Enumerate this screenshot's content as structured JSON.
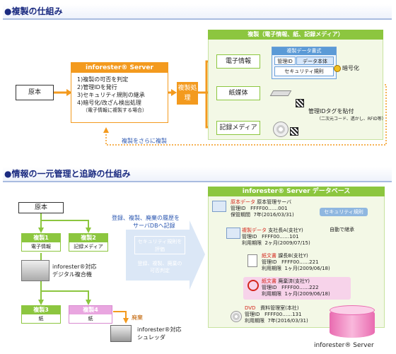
{
  "section1": {
    "title": "●複製の仕組み",
    "original": "原本",
    "server": {
      "name": "inforester® Server",
      "items": [
        "1)複製の可否を判定",
        "2)管理IDを発行",
        "3)セキュリティ規則の継承",
        "4)暗号化/改ざん検出処理"
      ],
      "note": "（電子情報に複製する場合）"
    },
    "process": "複製処理",
    "copy_box_title": "複製（電子情報、紙、記録メディア）",
    "electronic": "電子情報",
    "paper": "紙媒体",
    "media": "記録メディア",
    "format": {
      "title": "複製データ書式",
      "mgmt_id": "管理ID",
      "data_body": "データ本体",
      "security": "セキュリティ規則"
    },
    "encrypt": "暗号化",
    "tag_label": "管理IDタグを貼付",
    "tag_note": "（二次元コード、透かし、RFID等）",
    "recopy": "複製をさらに複製"
  },
  "section2": {
    "title": "●情報の一元管理と追跡の仕組み",
    "original": "原本",
    "copies": [
      {
        "label": "複製1",
        "sub": "電子情報"
      },
      {
        "label": "複製2",
        "sub": "記録メディア"
      },
      {
        "label": "複製3",
        "sub": "紙"
      },
      {
        "label": "複製4",
        "sub": "紙"
      }
    ],
    "mfp": [
      "inforester®対応",
      "デジタル複合機"
    ],
    "disposal": "廃棄",
    "shredder": [
      "inforester®対応",
      "シュレッダ"
    ],
    "flow_text": [
      "登録、複製、廃棄の履歴を",
      "サーバDBへ記録"
    ],
    "eval": [
      "セキュリティ規則を",
      "評価"
    ],
    "eval_result": [
      "登録、複製、廃棄の",
      "可否判定"
    ],
    "db_title": "inforester® Server データベース",
    "security_rule": "セキュリティ規則",
    "auto_inherit": "自動で継承",
    "records": [
      {
        "head": "原本データ",
        "owner": "原本管理サーバ",
        "l1": "管理ID",
        "v1": "FFFF00……001",
        "l2": "保管期間",
        "v2": "7年(2016/03/31)"
      },
      {
        "head": "複製データ",
        "owner": "支社長A(支社Y)",
        "l1": "管理ID",
        "v1": "FFFF00……101",
        "l2": "利用期限",
        "v2": "2ヶ月(2009/07/15)"
      },
      {
        "head": "紙文書",
        "owner": "課長B(支社Y)",
        "l1": "管理ID",
        "v1": "FFFF00……221",
        "l2": "利用期限",
        "v2": "1ヶ月(2009/06/18)"
      },
      {
        "head": "紙文書",
        "owner": "廃棄済(支社Y)",
        "l1": "管理ID",
        "v1": "FFFF00……222",
        "l2": "利用期限",
        "v2": "1ヶ月(2009/06/18)"
      },
      {
        "head": "DVD",
        "owner": "資料管理室(本社)",
        "l1": "管理ID",
        "v1": "FFFF00……131",
        "l2": "利用期限",
        "v2": "7年(2016/03/31)"
      }
    ],
    "server_label": "inforester® Server"
  },
  "colors": {
    "green": "#8cc63f",
    "orange": "#f39a1e",
    "blue_title": "#1a2a80",
    "light_blue": "#dbe7f6",
    "red": "#d4261c",
    "pink": "#f3a9cf"
  }
}
